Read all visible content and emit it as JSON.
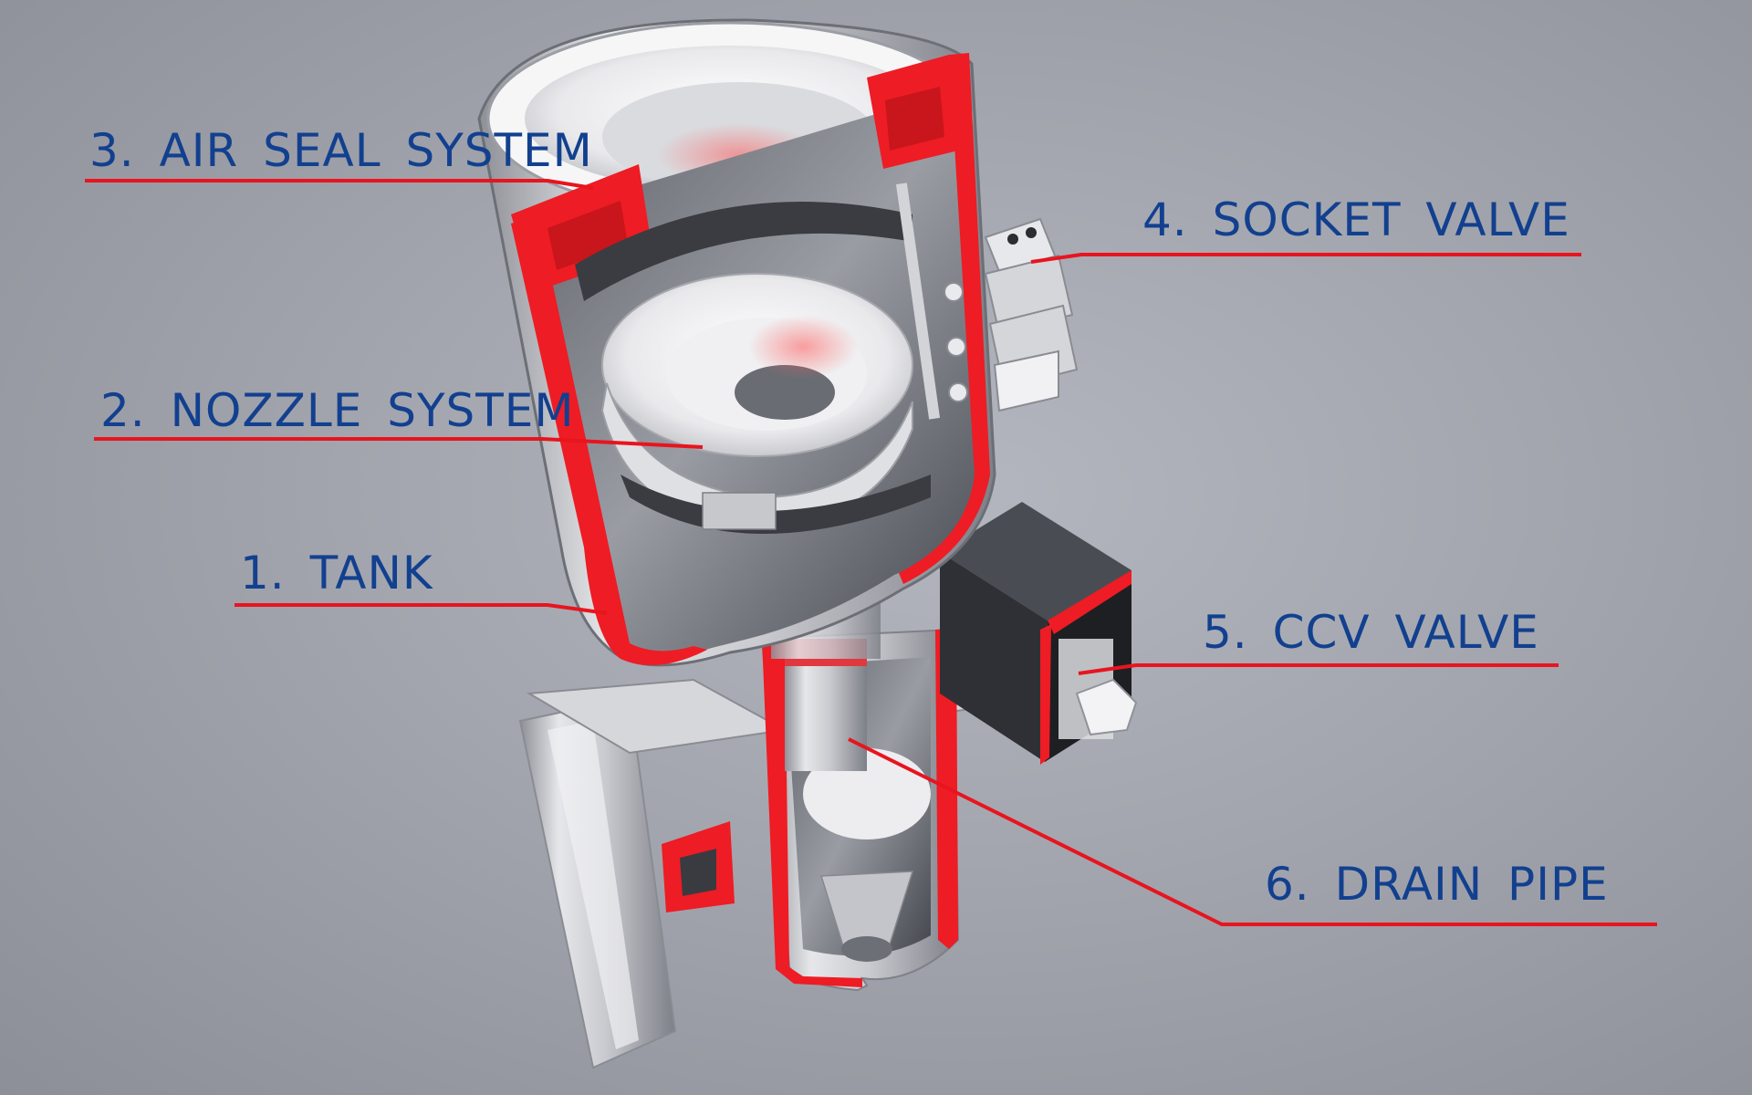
{
  "colors": {
    "background": "#a3a5ae",
    "label_text": "#12408f",
    "leader_line": "#e8141e",
    "cut_section": "#ee1c24",
    "metal": "#d8d9dd"
  },
  "callouts": [
    {
      "id": "tank",
      "label": "1. TANK"
    },
    {
      "id": "nozzle-system",
      "label": "2. NOZZLE SYSTEM"
    },
    {
      "id": "air-seal-system",
      "label": "3. AIR SEAL SYSTEM"
    },
    {
      "id": "socket-valve",
      "label": "4. SOCKET VALVE"
    },
    {
      "id": "ccv-valve",
      "label": "5. CCV VALVE"
    },
    {
      "id": "drain-pipe",
      "label": "6. DRAIN PIPE"
    }
  ]
}
